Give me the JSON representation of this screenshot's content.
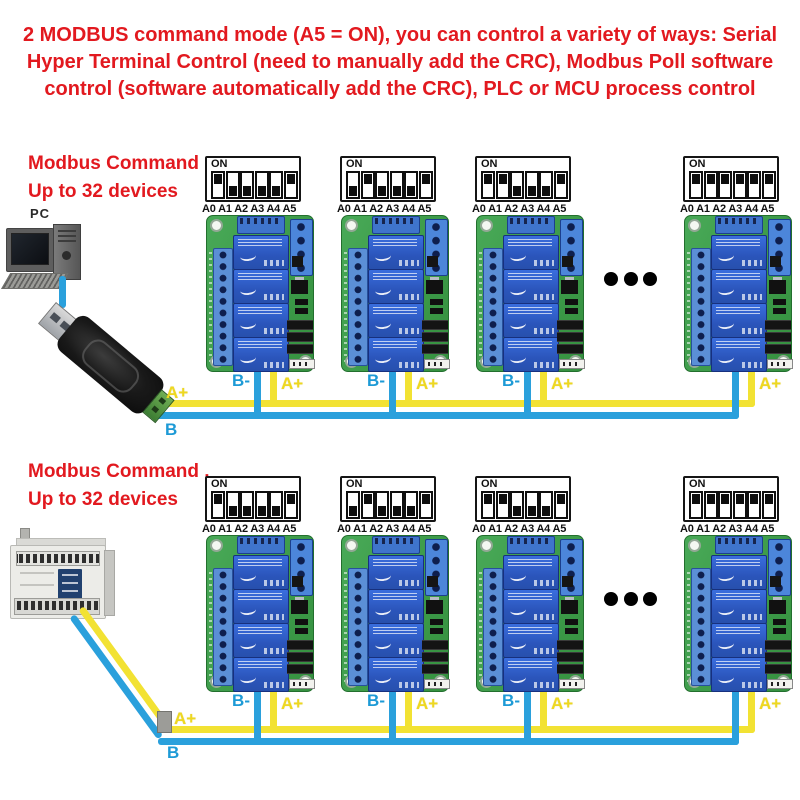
{
  "header": {
    "lines": [
      "2 MODBUS command mode (A5 = ON), you can control a variety of ways: Serial",
      "Hyper Terminal Control (need to manually add the CRC), Modbus Poll software",
      "control (software automatically add the CRC), PLC or MCU process control"
    ]
  },
  "sections": [
    {
      "caption": [
        "Modbus Command ,",
        "Up to 32 devices"
      ],
      "pc_label": "PC",
      "modules": [
        {
          "dip": [
            1,
            0,
            0,
            0,
            0,
            1
          ]
        },
        {
          "dip": [
            0,
            1,
            0,
            0,
            0,
            1
          ]
        },
        {
          "dip": [
            1,
            1,
            0,
            0,
            0,
            1
          ]
        },
        {
          "dip": [
            1,
            1,
            1,
            1,
            1,
            1
          ]
        }
      ]
    },
    {
      "caption": [
        "Modbus Command ,",
        "Up to 32 devices"
      ],
      "modules": [
        {
          "dip": [
            1,
            0,
            0,
            0,
            0,
            1
          ]
        },
        {
          "dip": [
            0,
            1,
            0,
            0,
            0,
            1
          ]
        },
        {
          "dip": [
            1,
            1,
            0,
            0,
            0,
            1
          ]
        },
        {
          "dip": [
            1,
            1,
            1,
            1,
            1,
            1
          ]
        }
      ]
    }
  ],
  "dip_block": {
    "on_label": "ON",
    "address_labels": "A0 A1 A2 A3 A4 A5"
  },
  "wire_labels": {
    "b_minus": "B-",
    "a_plus": "A+",
    "b_short": "B"
  },
  "colors": {
    "accent_red": "#e2191f",
    "wire_yellow": "#f2e233",
    "wire_blue": "#2aa0dc",
    "pcb_green": "#3f9e4d",
    "relay_blue": "#2b59c8",
    "dip_black": "#111111"
  }
}
